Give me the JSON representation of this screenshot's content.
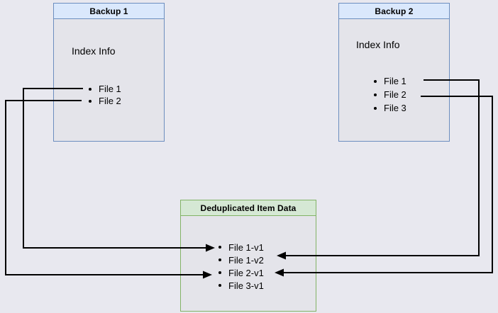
{
  "diagram": {
    "backup1": {
      "title": "Backup 1",
      "subtitle": "Index Info",
      "files": [
        "File 1",
        "File 2"
      ]
    },
    "backup2": {
      "title": "Backup 2",
      "subtitle": "Index Info",
      "files": [
        "File 1",
        "File 2",
        "File 3"
      ]
    },
    "dedup": {
      "title": "Deduplicated Item Data",
      "items": [
        "File 1-v1",
        "File 1-v2",
        "File 2-v1",
        "File 3-v1"
      ]
    },
    "connections": [
      {
        "from": "Backup 1 / File 1",
        "to": "File 1-v1"
      },
      {
        "from": "Backup 1 / File 2",
        "to": "File 2-v1"
      },
      {
        "from": "Backup 2 / File 1",
        "to": "File 1-v2"
      },
      {
        "from": "Backup 2 / File 2",
        "to": "File 2-v1"
      }
    ],
    "colors": {
      "background": "#e8e8ef",
      "box_body_fill": "#e4e4ea",
      "backup_header_fill": "#dae8fc",
      "backup_border": "#6c8ebf",
      "dedup_header_fill": "#d5e8d4",
      "dedup_border": "#82b366",
      "connector": "#000000",
      "text": "#000000"
    }
  }
}
